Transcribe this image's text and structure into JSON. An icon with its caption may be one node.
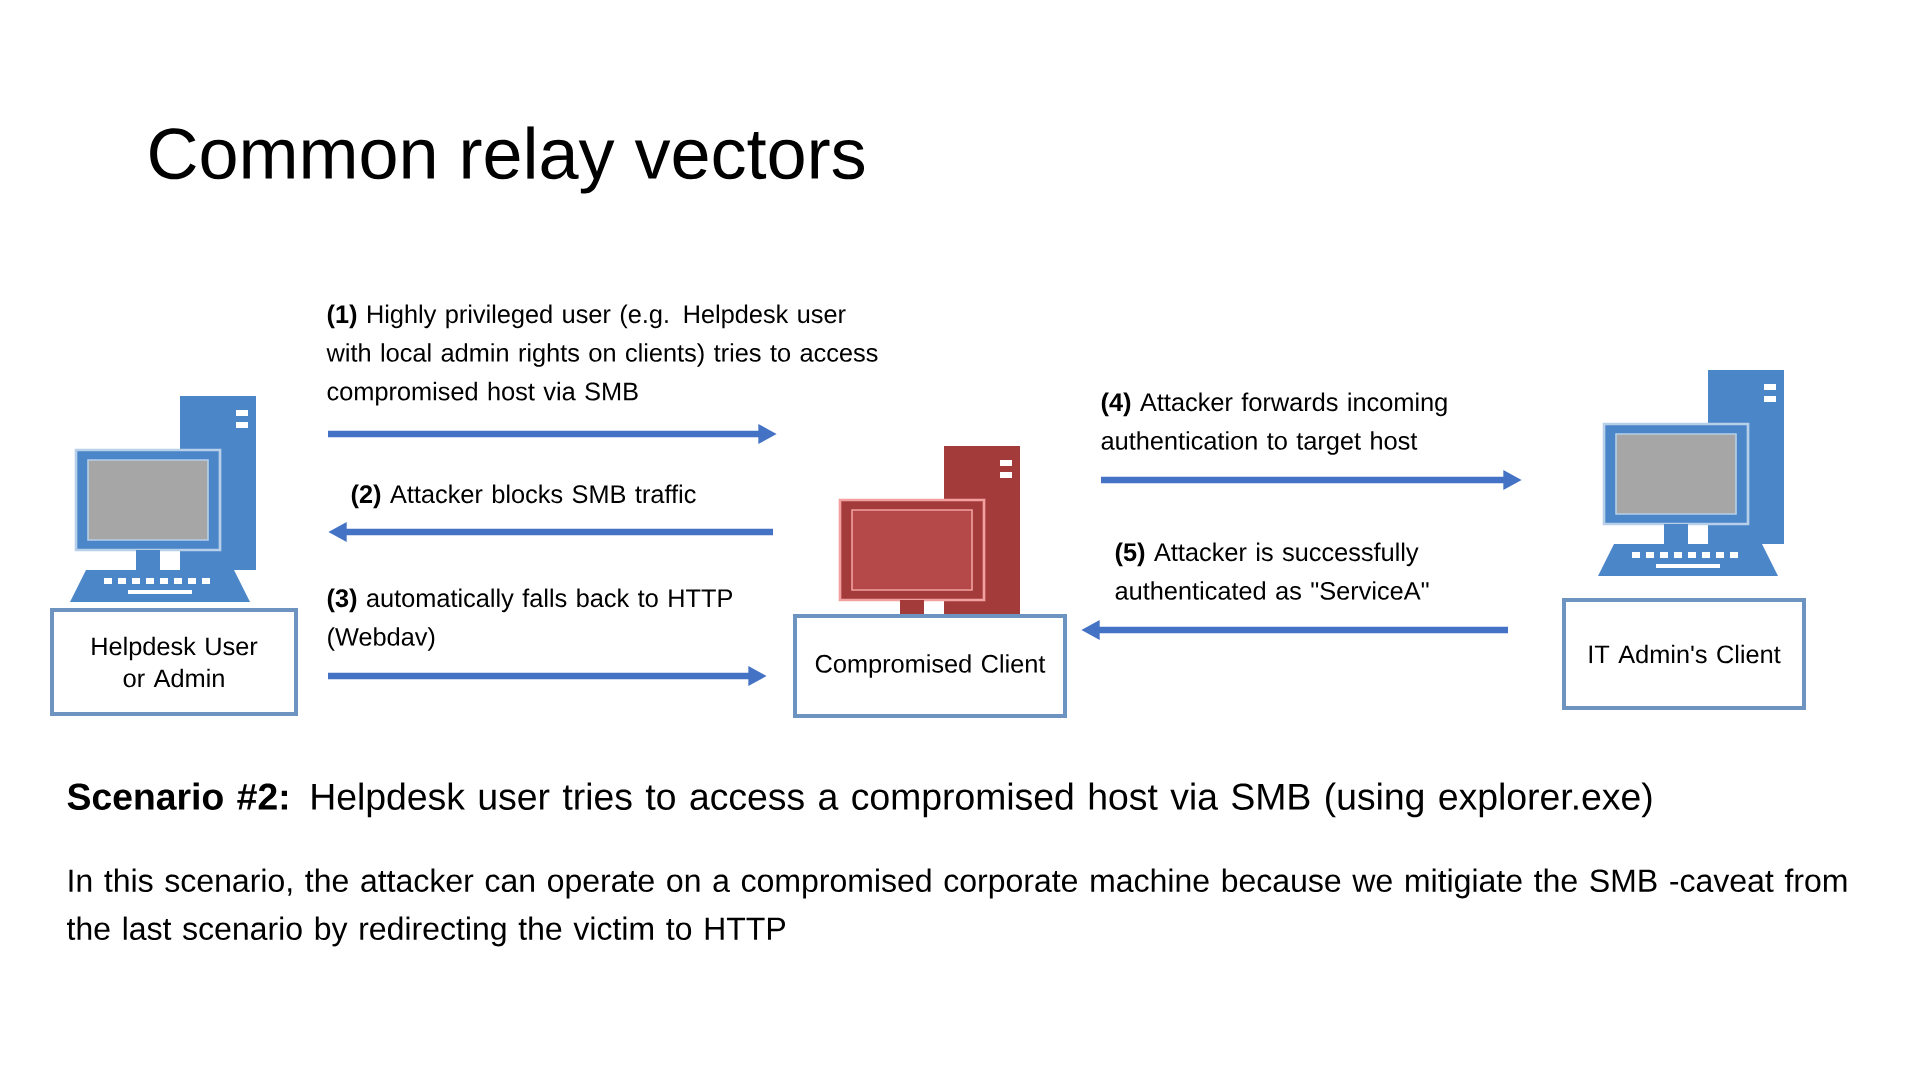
{
  "diagram": {
    "title": "Common relay vectors",
    "nodes": [
      {
        "text": [
          "Helpdesk User or Admin"
        ]
      },
      {
        "text": [
          "Compromised Client"
        ]
      },
      {
        "text": [
          "IT Admin's Client"
        ]
      }
    ],
    "edges": [
      {
        "from": 0,
        "to": 1,
        "arrow": "to",
        "label": "**(1)** Highly privileged user (e.g. Helpdesk user with local admin rights on clients) tries to access compromised host via SMB"
      },
      {
        "from": 1,
        "to": 0,
        "arrow": "to",
        "label": "**(2)** Attacker blocks SMB traffic"
      },
      {
        "from": 0,
        "to": 1,
        "arrow": "to",
        "label": "**(3)** automatically falls back to HTTP (Webdav)"
      },
      {
        "from": 1,
        "to": 2,
        "arrow": "to",
        "label": "**(4)** Attacker forwards incoming authentication to target host"
      },
      {
        "from": 2,
        "to": 1,
        "arrow": "to",
        "label": "**(5)** Attacker is successfully authenticated as \"ServiceA\""
      }
    ],
    "labels": [
      "**Scenario #2:** Helpdesk user tries to access a compromised host via SMB (using explorer.exe)",
      "In this scenario, the attacker can operate on a compromised corporate machine because we mitigiate the SMB -caveat from the last scenario by redirecting the victim to HTTP"
    ]
  }
}
